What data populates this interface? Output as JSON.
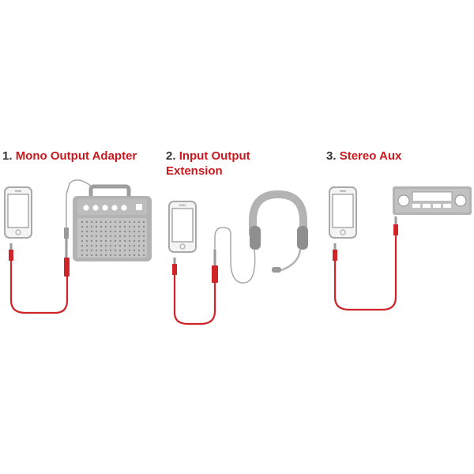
{
  "panels": [
    {
      "number": "1.",
      "title": "Mono Output Adapter",
      "devices": [
        "smartphone",
        "guitar-amplifier"
      ]
    },
    {
      "number": "2.",
      "title": "Input Output",
      "title_line2": "Extension",
      "devices": [
        "smartphone",
        "headset-with-microphone"
      ]
    },
    {
      "number": "3.",
      "title": "Stereo Aux",
      "devices": [
        "smartphone",
        "car-stereo"
      ]
    }
  ],
  "colors": {
    "cable": "#d0242b",
    "device": "#b0b0b0",
    "device_dark": "#8f8f8f",
    "accent_text": "#c8191e"
  }
}
